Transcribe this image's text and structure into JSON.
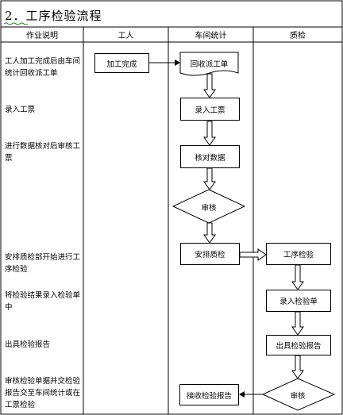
{
  "title": "2．工序检验流程",
  "columns": [
    "作业说明",
    "工人",
    "车间统计",
    "质检"
  ],
  "descriptions": [
    "工人加工完成后由车间统计回收派工单",
    "录入工票",
    "进行数据核对后审核工票",
    "安排质检部开始进行工序检验",
    "将检验结果录入检验单中",
    "出具检验报告",
    "审核检验单据并交检验报告交至车间统计或在工票检验"
  ],
  "nodes": {
    "jiagong": "加工完成",
    "huishou": "回收派工单",
    "luru": "录入工票",
    "hedui": "核对数据",
    "shenhe1": "审核",
    "anpai": "安排质检",
    "gongxu": "工序检验",
    "luru_jy": "录入检验单",
    "chuju": "出具检验报告",
    "jieshou": "接收检验报告",
    "shenhe2": "审核"
  }
}
